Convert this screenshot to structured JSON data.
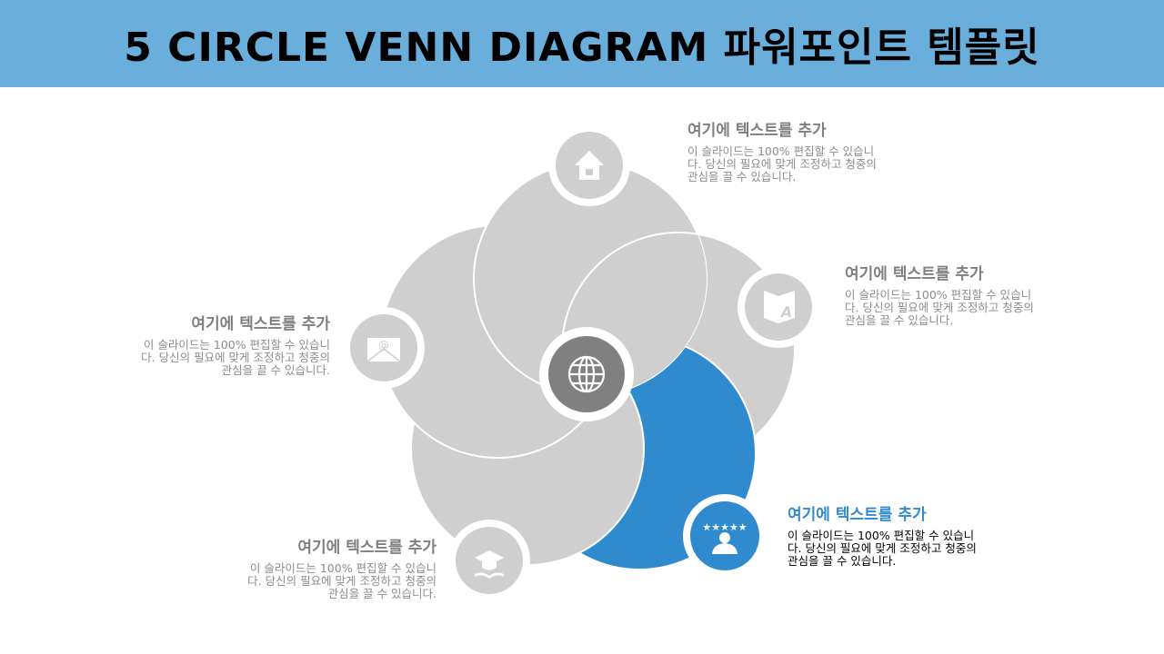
{
  "title": "5 CIRCLE VENN DIAGRAM 파워포인트 템플릿",
  "colors": {
    "banner": "#6aaedc",
    "gray": "#d0cfcf",
    "accent": "#2f8bcd",
    "center": "#808080"
  },
  "center_icon": "globe-icon",
  "items": [
    {
      "icon": "house-icon",
      "heading": "여기에 텍스트를 추가",
      "body": "이 슬라이드는 100% 편집할 수 있습니다. 당신의 필요에 맞게 조정하고 청중의 관심을 끌 수 있습니다."
    },
    {
      "icon": "translate-icon",
      "heading": "여기에 텍스트를 추가",
      "body": "이 슬라이드는 100% 편집할 수 있습니다. 당신의 필요에 맞게 조정하고 청중의 관심을 끌 수 있습니다."
    },
    {
      "icon": "customer-service-icon",
      "heading": "여기에 텍스트를 추가",
      "body": "이 슬라이드는 100% 편집할 수 있습니다. 당신의 필요에 맞게 조정하고 청중의 관심을 끌 수 있습니다."
    },
    {
      "icon": "graduation-cap-icon",
      "heading": "여기에 텍스트를 추가",
      "body": "이 슬라이드는 100% 편집할 수 있습니다. 당신의 필요에 맞게 조정하고 청중의 관심을 끌 수 있습니다."
    },
    {
      "icon": "email-icon",
      "heading": "여기에 텍스트를 추가",
      "body": "이 슬라이드는 100% 편집할 수 있습니다. 당신의 필요에 맞게 조정하고 청중의 관심을 끌 수 있습니다."
    }
  ]
}
